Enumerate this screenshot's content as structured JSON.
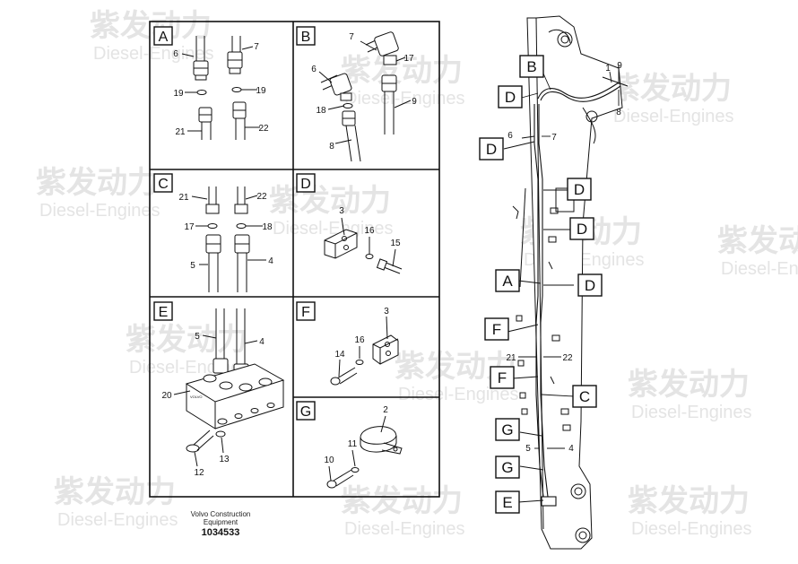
{
  "panels": [
    {
      "letter": "A",
      "parts": [
        "6",
        "7",
        "19",
        "19",
        "21",
        "22"
      ]
    },
    {
      "letter": "B",
      "parts": [
        "7",
        "6",
        "17",
        "18",
        "9",
        "8"
      ]
    },
    {
      "letter": "C",
      "parts": [
        "21",
        "22",
        "17",
        "18",
        "5",
        "4"
      ]
    },
    {
      "letter": "D",
      "parts": [
        "3",
        "16",
        "15"
      ]
    },
    {
      "letter": "E",
      "parts": [
        "5",
        "4",
        "20",
        "12",
        "13"
      ]
    },
    {
      "letter": "F",
      "parts": [
        "3",
        "16",
        "14"
      ]
    },
    {
      "letter": "G",
      "parts": [
        "2",
        "11",
        "10"
      ]
    }
  ],
  "main": {
    "part_labels": [
      "1",
      "9",
      "8",
      "6",
      "7",
      "21",
      "22",
      "5",
      "4"
    ],
    "callouts": [
      "B",
      "D",
      "D",
      "D",
      "D",
      "A",
      "D",
      "F",
      "F",
      "C",
      "G",
      "G",
      "E"
    ]
  },
  "caption": {
    "line1": "Volvo Construction",
    "line2": "Equipment",
    "number": "1034533"
  },
  "watermark": {
    "brand": "紫发动力",
    "sub": "Diesel-Engines"
  },
  "colors": {
    "line": "#111111",
    "watermark": "#e4e4e4"
  }
}
